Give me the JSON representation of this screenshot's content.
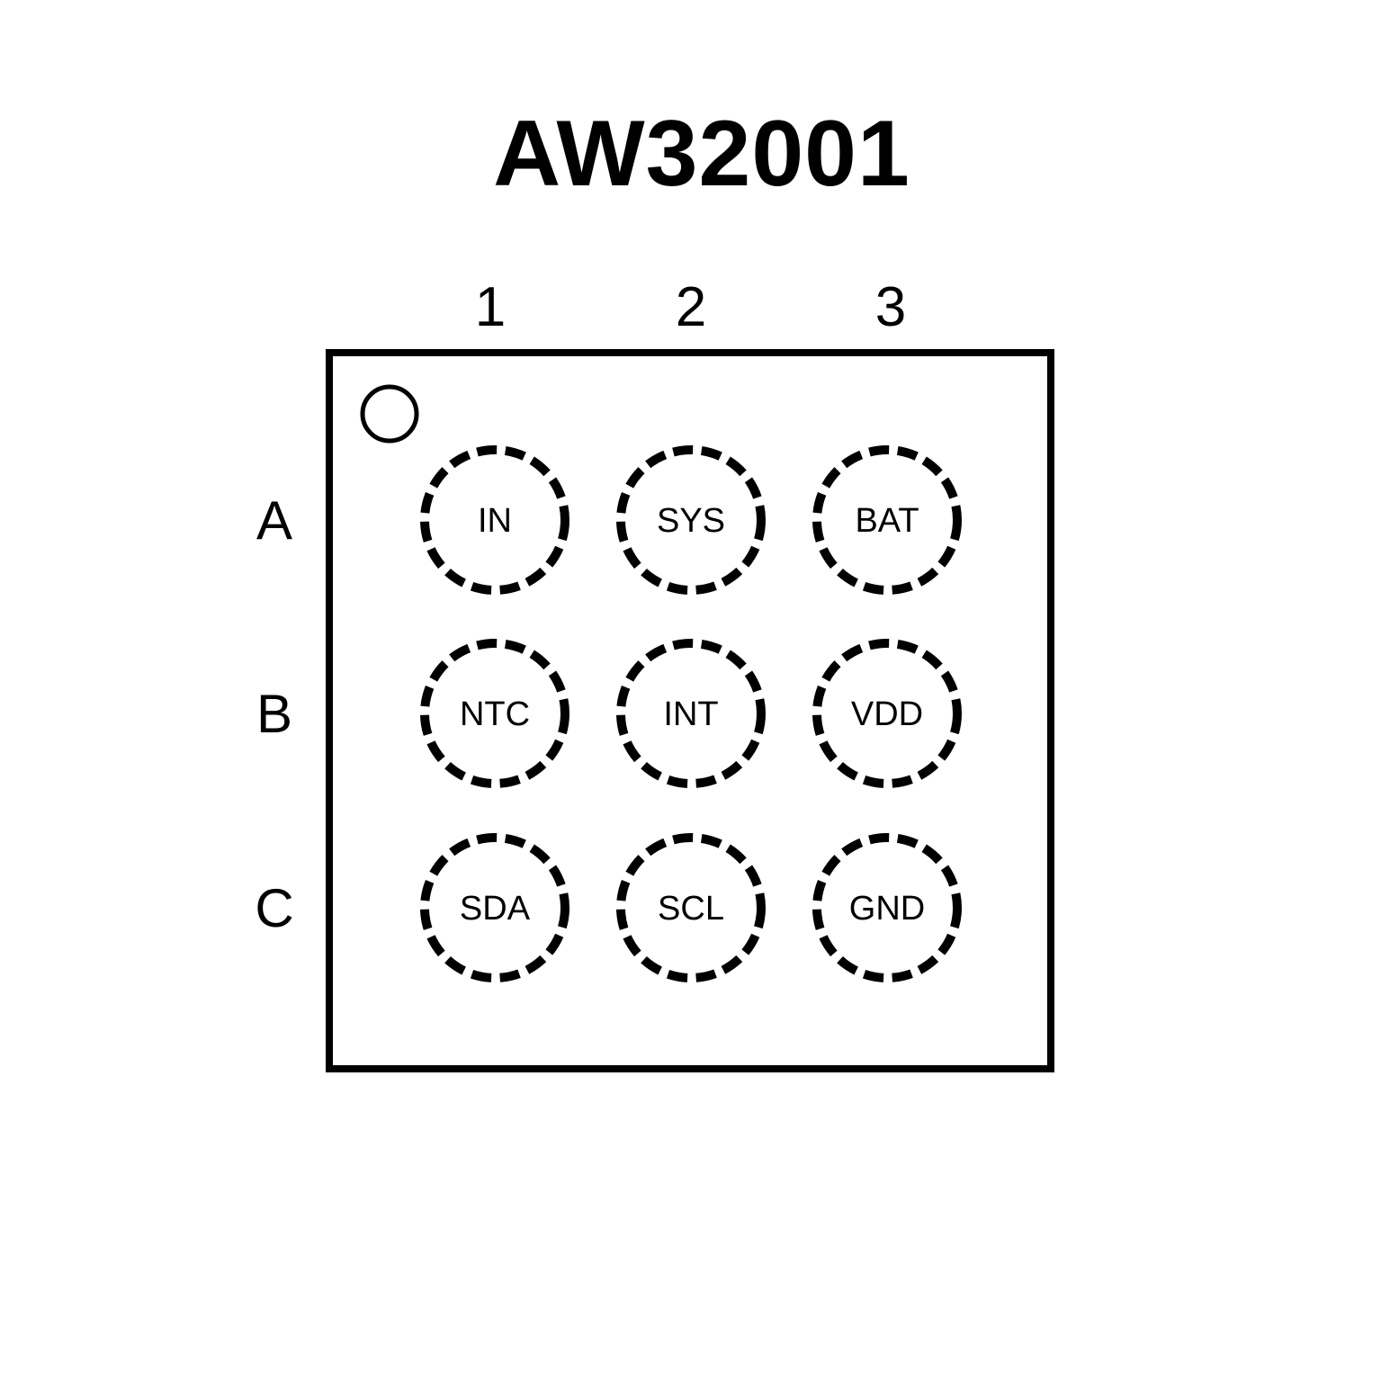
{
  "title": "AW32001",
  "package": {
    "columns": [
      "1",
      "2",
      "3"
    ],
    "rows": [
      "A",
      "B",
      "C"
    ],
    "pins": [
      {
        "row": "A",
        "col": "1",
        "label": "IN"
      },
      {
        "row": "A",
        "col": "2",
        "label": "SYS"
      },
      {
        "row": "A",
        "col": "3",
        "label": "BAT"
      },
      {
        "row": "B",
        "col": "1",
        "label": "NTC"
      },
      {
        "row": "B",
        "col": "2",
        "label": "INT"
      },
      {
        "row": "B",
        "col": "3",
        "label": "VDD"
      },
      {
        "row": "C",
        "col": "1",
        "label": "SDA"
      },
      {
        "row": "C",
        "col": "2",
        "label": "SCL"
      },
      {
        "row": "C",
        "col": "3",
        "label": "GND"
      }
    ]
  },
  "colors": {
    "ink": "#000000",
    "background": "#ffffff"
  }
}
